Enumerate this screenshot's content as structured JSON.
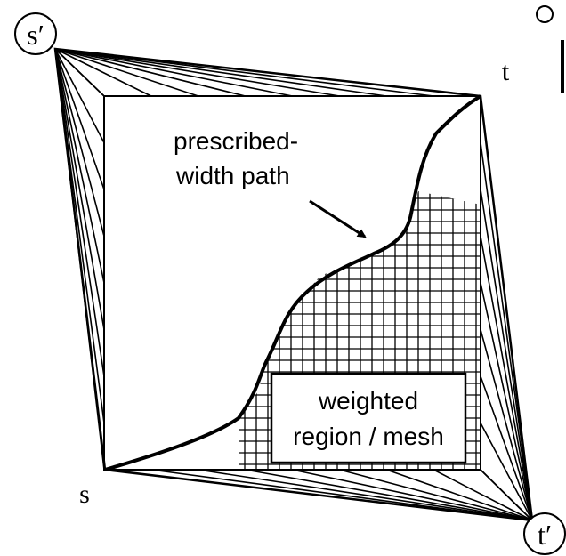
{
  "labels": {
    "s_prime": "s′",
    "t": "t",
    "s": "s",
    "t_prime": "t′",
    "path_line1": "prescribed-",
    "path_line2": "width path",
    "region_line1": "weighted",
    "region_line2": "region / mesh"
  },
  "colors": {
    "stroke": "#000000",
    "background": "#ffffff"
  }
}
